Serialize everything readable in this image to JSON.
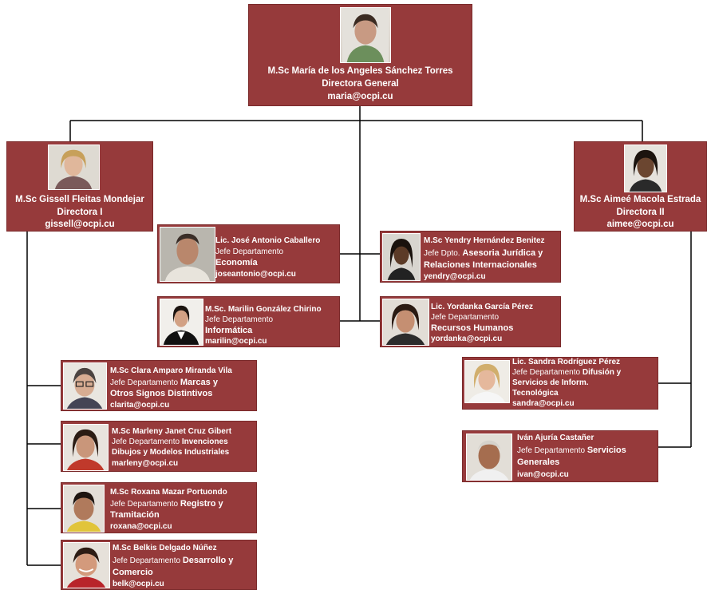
{
  "director_general": {
    "name": "M.Sc María de los Angeles Sánchez Torres",
    "title": "Directora General",
    "email": "maria@ocpi.cu"
  },
  "director_1": {
    "name": "M.Sc Gissell Fleitas Mondejar",
    "title": "Directora I",
    "email": "gissell@ocpi.cu"
  },
  "director_2": {
    "name": "M.Sc Aimeé Macola Estrada",
    "title": "Directora II",
    "email": "aimee@ocpi.cu"
  },
  "economia": {
    "name": "Lic. José Antonio Caballero",
    "role": "Jefe Departamento",
    "dept": "Economía",
    "email": "joseantonio@ocpi.cu"
  },
  "juridica": {
    "name": "M.Sc Yendry Hernández Benitez",
    "role": "Jefe Dpto.",
    "dept_1": "Asesoria Jurídica y",
    "dept_2": "Relaciones Internacionales",
    "email": "yendry@ocpi.cu"
  },
  "informatica": {
    "name": "M.Sc. Marilin González Chirino",
    "role": "Jefe Departamento",
    "dept": "Informática",
    "email": "marilin@ocpi.cu"
  },
  "rrhh": {
    "name": "Lic. Yordanka García Pérez",
    "role": "Jefe Departamento",
    "dept": "Recursos Humanos",
    "email": "yordanka@ocpi.cu"
  },
  "marcas": {
    "name": "M.Sc Clara Amparo Miranda Vila",
    "role": "Jefe Departamento",
    "dept_1": "Marcas y",
    "dept_2": "Otros Signos Distintivos",
    "email": "clarita@ocpi.cu"
  },
  "invenciones": {
    "name": "M.Sc Marleny Janet Cruz Gibert",
    "role": "Jefe Departamento",
    "dept_1": "Invenciones",
    "dept_2": "Dibujos y Modelos Industriales",
    "email": "marleny@ocpi.cu"
  },
  "registro": {
    "name": "M.Sc Roxana Mazar Portuondo",
    "role": "Jefe Departamento",
    "dept_1": "Registro y",
    "dept_2": "Tramitación",
    "email": "roxana@ocpi.cu"
  },
  "desarrollo": {
    "name": "M.Sc Belkis  Delgado Núñez",
    "role": "Jefe Departamento",
    "dept_1": "Desarrollo y",
    "dept_2": "Comercio",
    "email": "belk@ocpi.cu"
  },
  "difusion": {
    "name": "Lic. Sandra Rodríguez Pérez",
    "role": "Jefe Departamento",
    "dept_1": "Difusión y",
    "dept_2": "Servicios de Inform.",
    "dept_3": "Tecnológica",
    "email": "sandra@ocpi.cu"
  },
  "servicios": {
    "name": "Iván Ajuría Castañer",
    "role": "Jefe Departamento",
    "dept_1": "Servicios",
    "dept_2": "Generales",
    "email": "ivan@ocpi.cu"
  },
  "colors": {
    "box": "#963a3b",
    "line": "#000000"
  }
}
